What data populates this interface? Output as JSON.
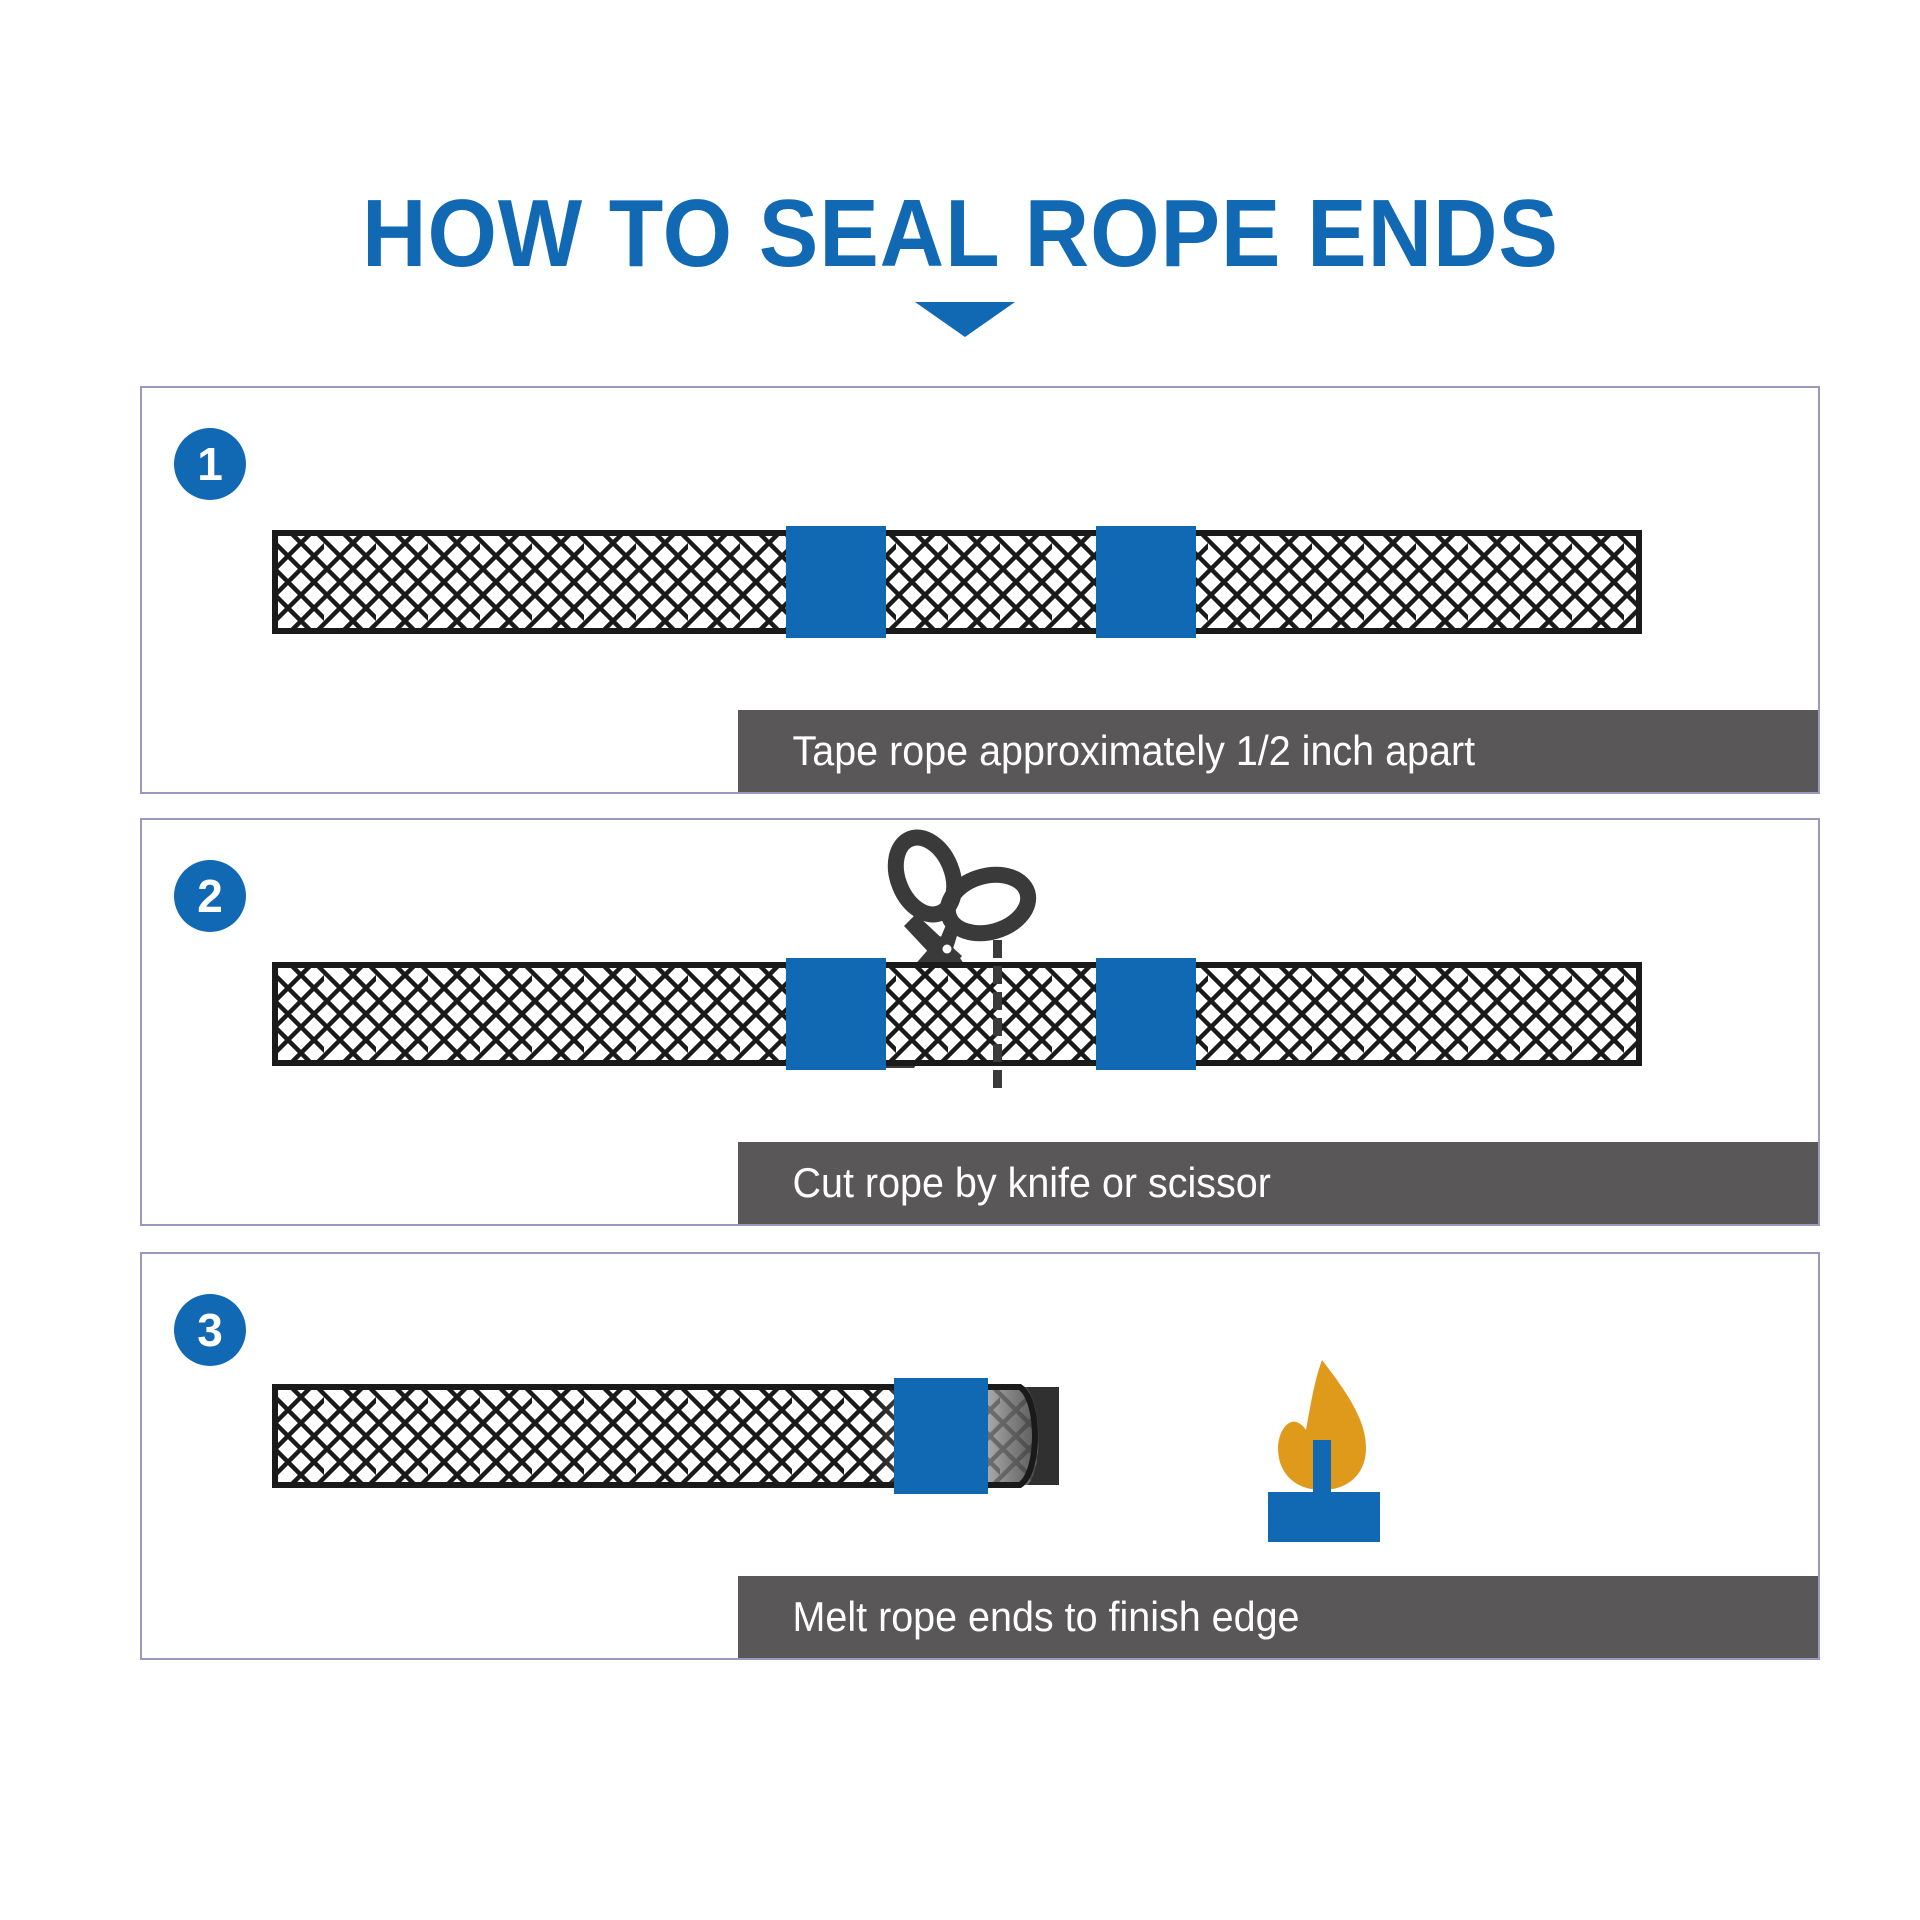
{
  "header": {
    "title": "HOW TO SEAL ROPE ENDS",
    "arrow_icon": "triangle-down-icon",
    "title_color": "#1169b4"
  },
  "theme": {
    "accent_blue": "#1169b4",
    "caption_grey": "#595757",
    "panel_border": "#9a9ac0",
    "flame_orange": "#df9a1c",
    "rope_line": "#1a1a1a",
    "background": "#ffffff"
  },
  "steps": [
    {
      "number": "1",
      "caption": "Tape rope approximately 1/2 inch apart",
      "illustration": "rope-with-two-tape-bands",
      "tape_count": 2
    },
    {
      "number": "2",
      "caption": "Cut rope by knife or scissor",
      "illustration": "rope-with-scissors-and-cut-line",
      "tape_count": 2,
      "tool_icon": "scissors-icon",
      "cut_line_icon": "dashed-cut-line-icon"
    },
    {
      "number": "3",
      "caption": "Melt rope ends to finish edge",
      "illustration": "rope-with-melted-end-and-candle",
      "tape_count": 1,
      "tool_icon": "candle-flame-icon"
    }
  ]
}
